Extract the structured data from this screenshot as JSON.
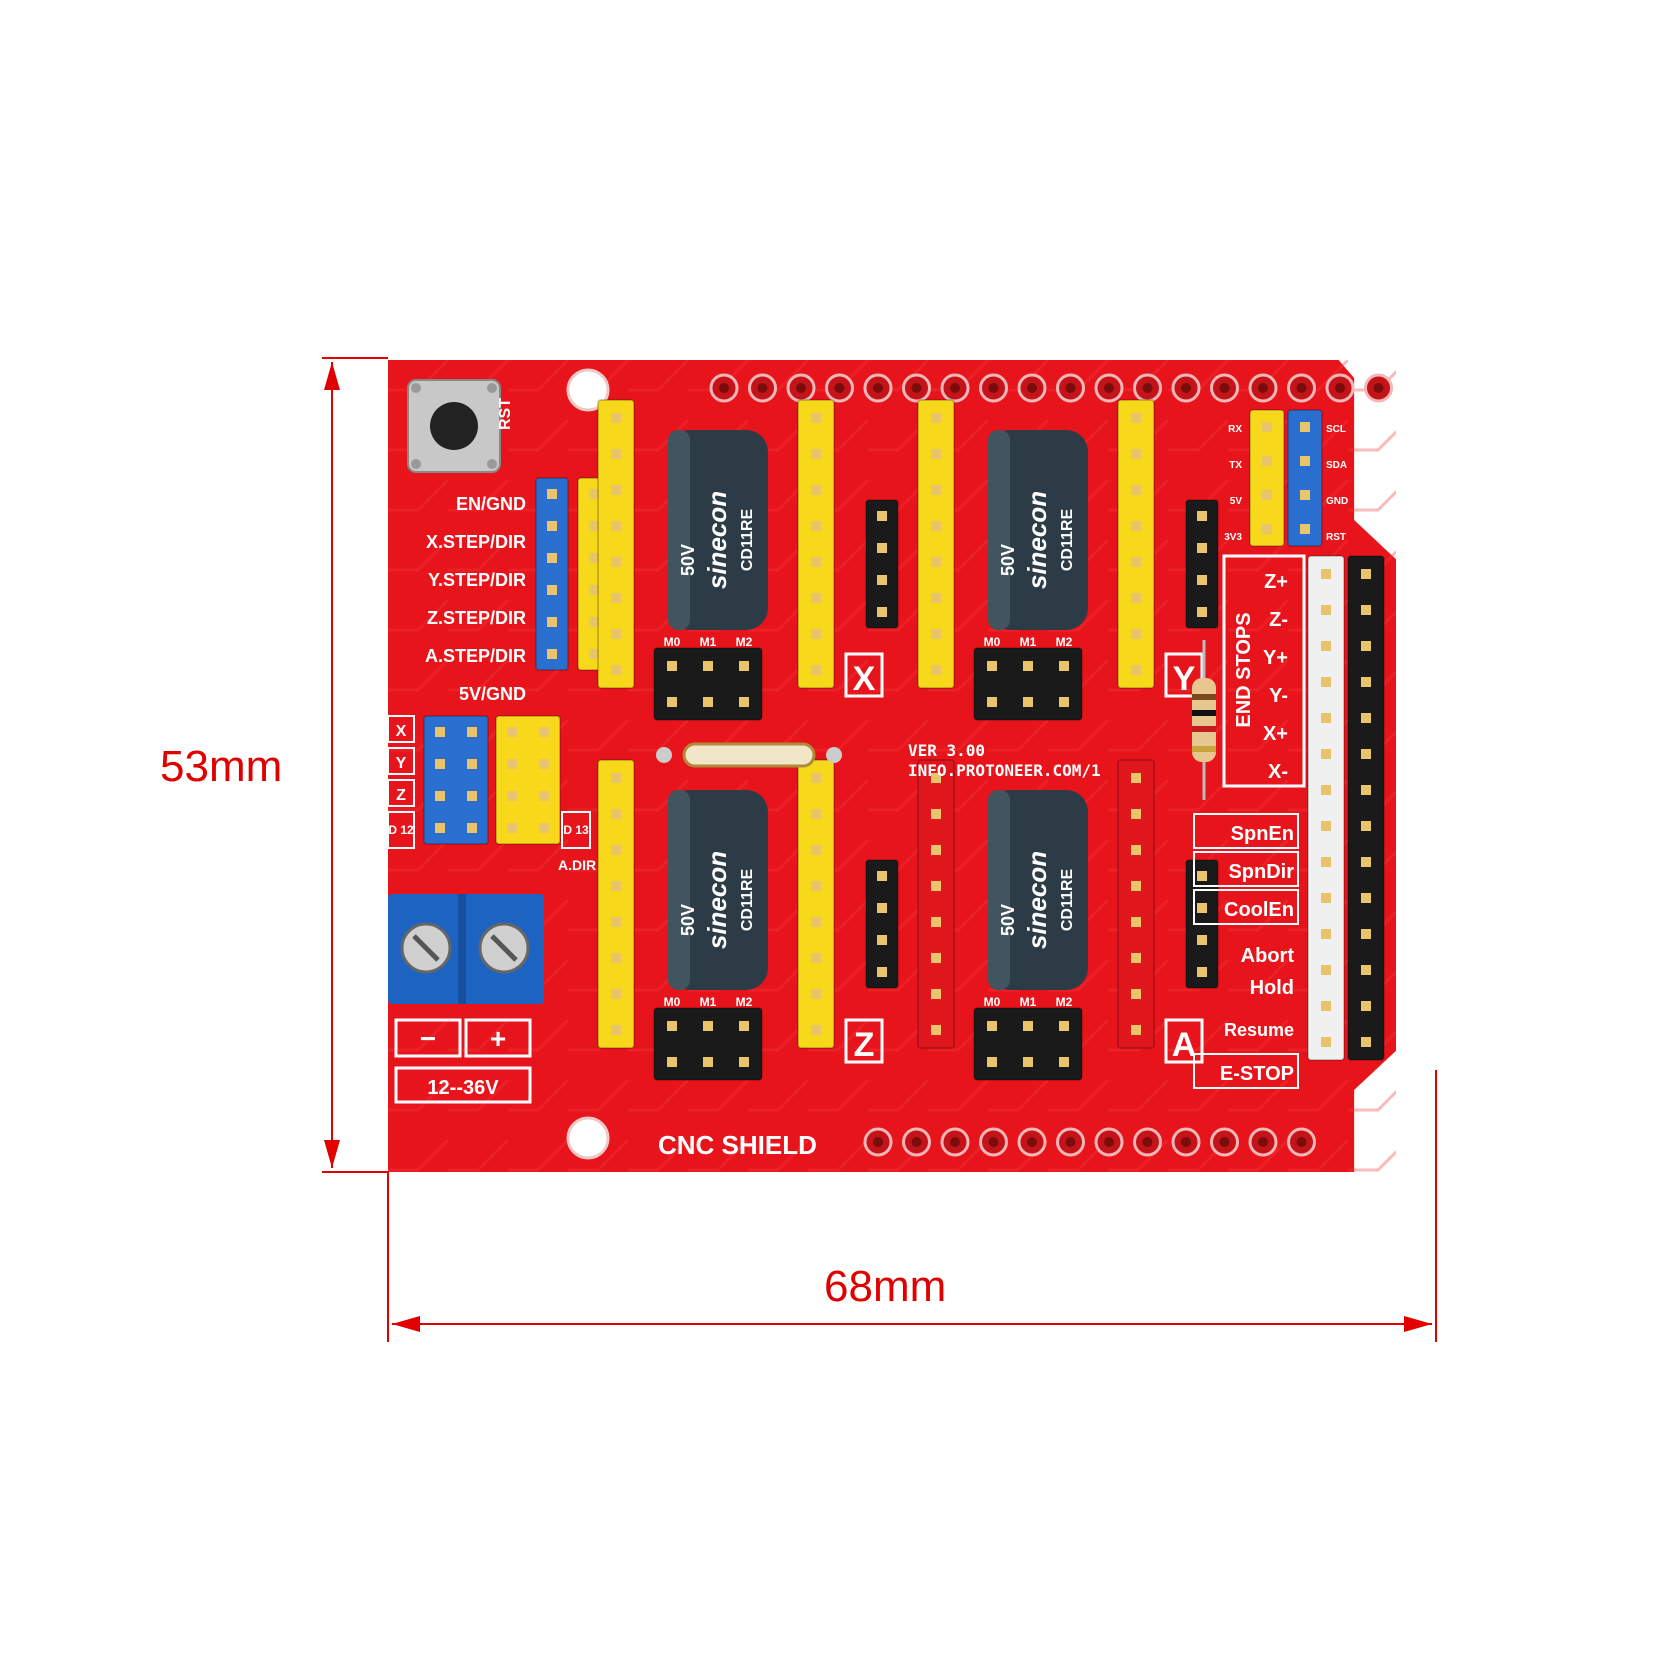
{
  "dimensions": {
    "height": "53mm",
    "width": "68mm"
  },
  "board": {
    "title": "CNC SHIELD",
    "version": "VER 3.00",
    "url": "INFO.PROTONEER.COM/1",
    "reset_label": "RST",
    "power_range": "12--36V",
    "minus": "−",
    "plus": "+",
    "left_labels": [
      "EN/GND",
      "X.STEP/DIR",
      "Y.STEP/DIR",
      "Z.STEP/DIR",
      "A.STEP/DIR",
      "5V/GND"
    ],
    "clone_labels": [
      "X",
      "Y",
      "Z",
      "D 12",
      "D 13",
      "A.DIR"
    ],
    "axis_letters": [
      "X",
      "Y",
      "Z",
      "A"
    ],
    "end_stops_title": "END STOPS",
    "end_stop_labels": [
      "Z+",
      "Z-",
      "Y+",
      "Y-",
      "X+",
      "X-"
    ],
    "io_labels": [
      "SpnEn",
      "SpnDir",
      "CoolEn",
      "Abort",
      "Hold",
      "Resume",
      "E-STOP"
    ],
    "i2c_left": [
      "RX",
      "TX",
      "5V",
      "3V3"
    ],
    "i2c_right": [
      "SCL",
      "SDA",
      "GND",
      "RST"
    ],
    "capacitor_brand": "sinecon",
    "capacitor_code": "CD11RE",
    "capacitor_voltage": "50V",
    "microstep_labels": [
      "M0",
      "M1",
      "M2"
    ]
  },
  "colors": {
    "pcb": "#e8141b",
    "silk": "#ffffff",
    "header_yellow": "#f7d81a",
    "header_red": "#e0161d",
    "header_blue": "#2a6fd0",
    "header_black": "#1a1a1a",
    "terminal_blue": "#1c63c2",
    "capacitor": "#2c3b45",
    "dimension": "#e00000"
  }
}
